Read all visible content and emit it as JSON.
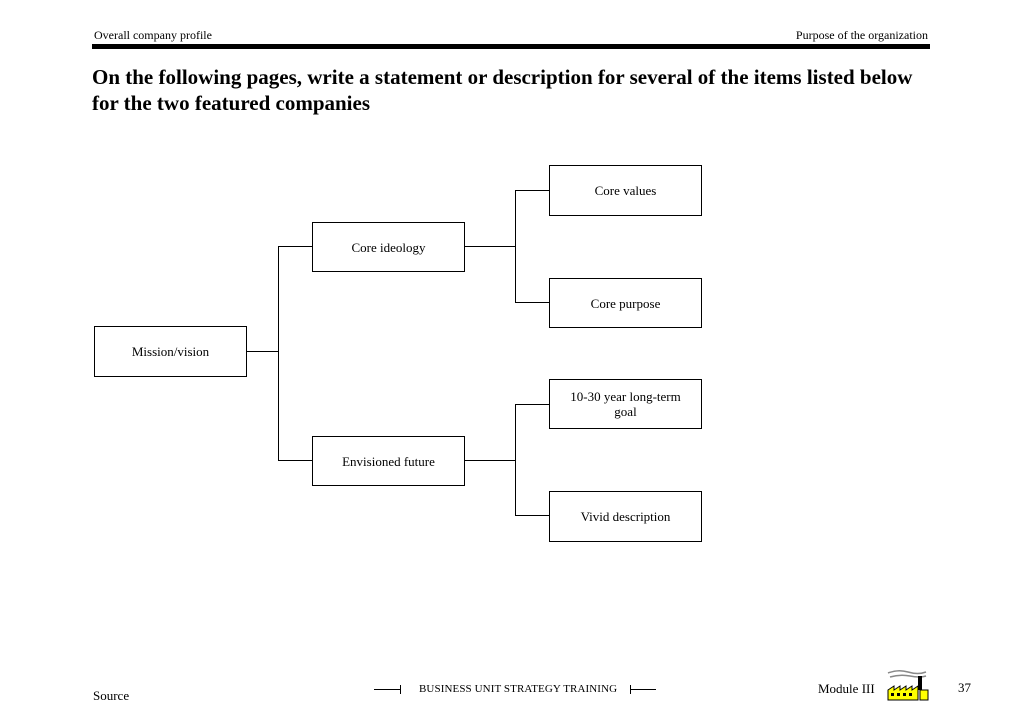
{
  "header": {
    "left": "Overall company profile",
    "right": "Purpose of the organization"
  },
  "title": "On the following pages, write a statement or description for several of the items listed below for the two featured companies",
  "diagram": {
    "root": "Mission/vision",
    "branches": [
      {
        "label": "Core ideology",
        "children": [
          "Core values",
          "Core purpose"
        ]
      },
      {
        "label": "Envisioned future",
        "children": [
          "10-30 year long-term goal",
          "Vivid description"
        ]
      }
    ]
  },
  "footer": {
    "source": "Source",
    "center": "BUSINESS UNIT STRATEGY TRAINING",
    "module": "Module III",
    "page": "37",
    "logo_icon": "factory-icon",
    "logo_colors": {
      "roof": "#ffff00",
      "outline": "#000000",
      "smoke": "#888888"
    }
  }
}
